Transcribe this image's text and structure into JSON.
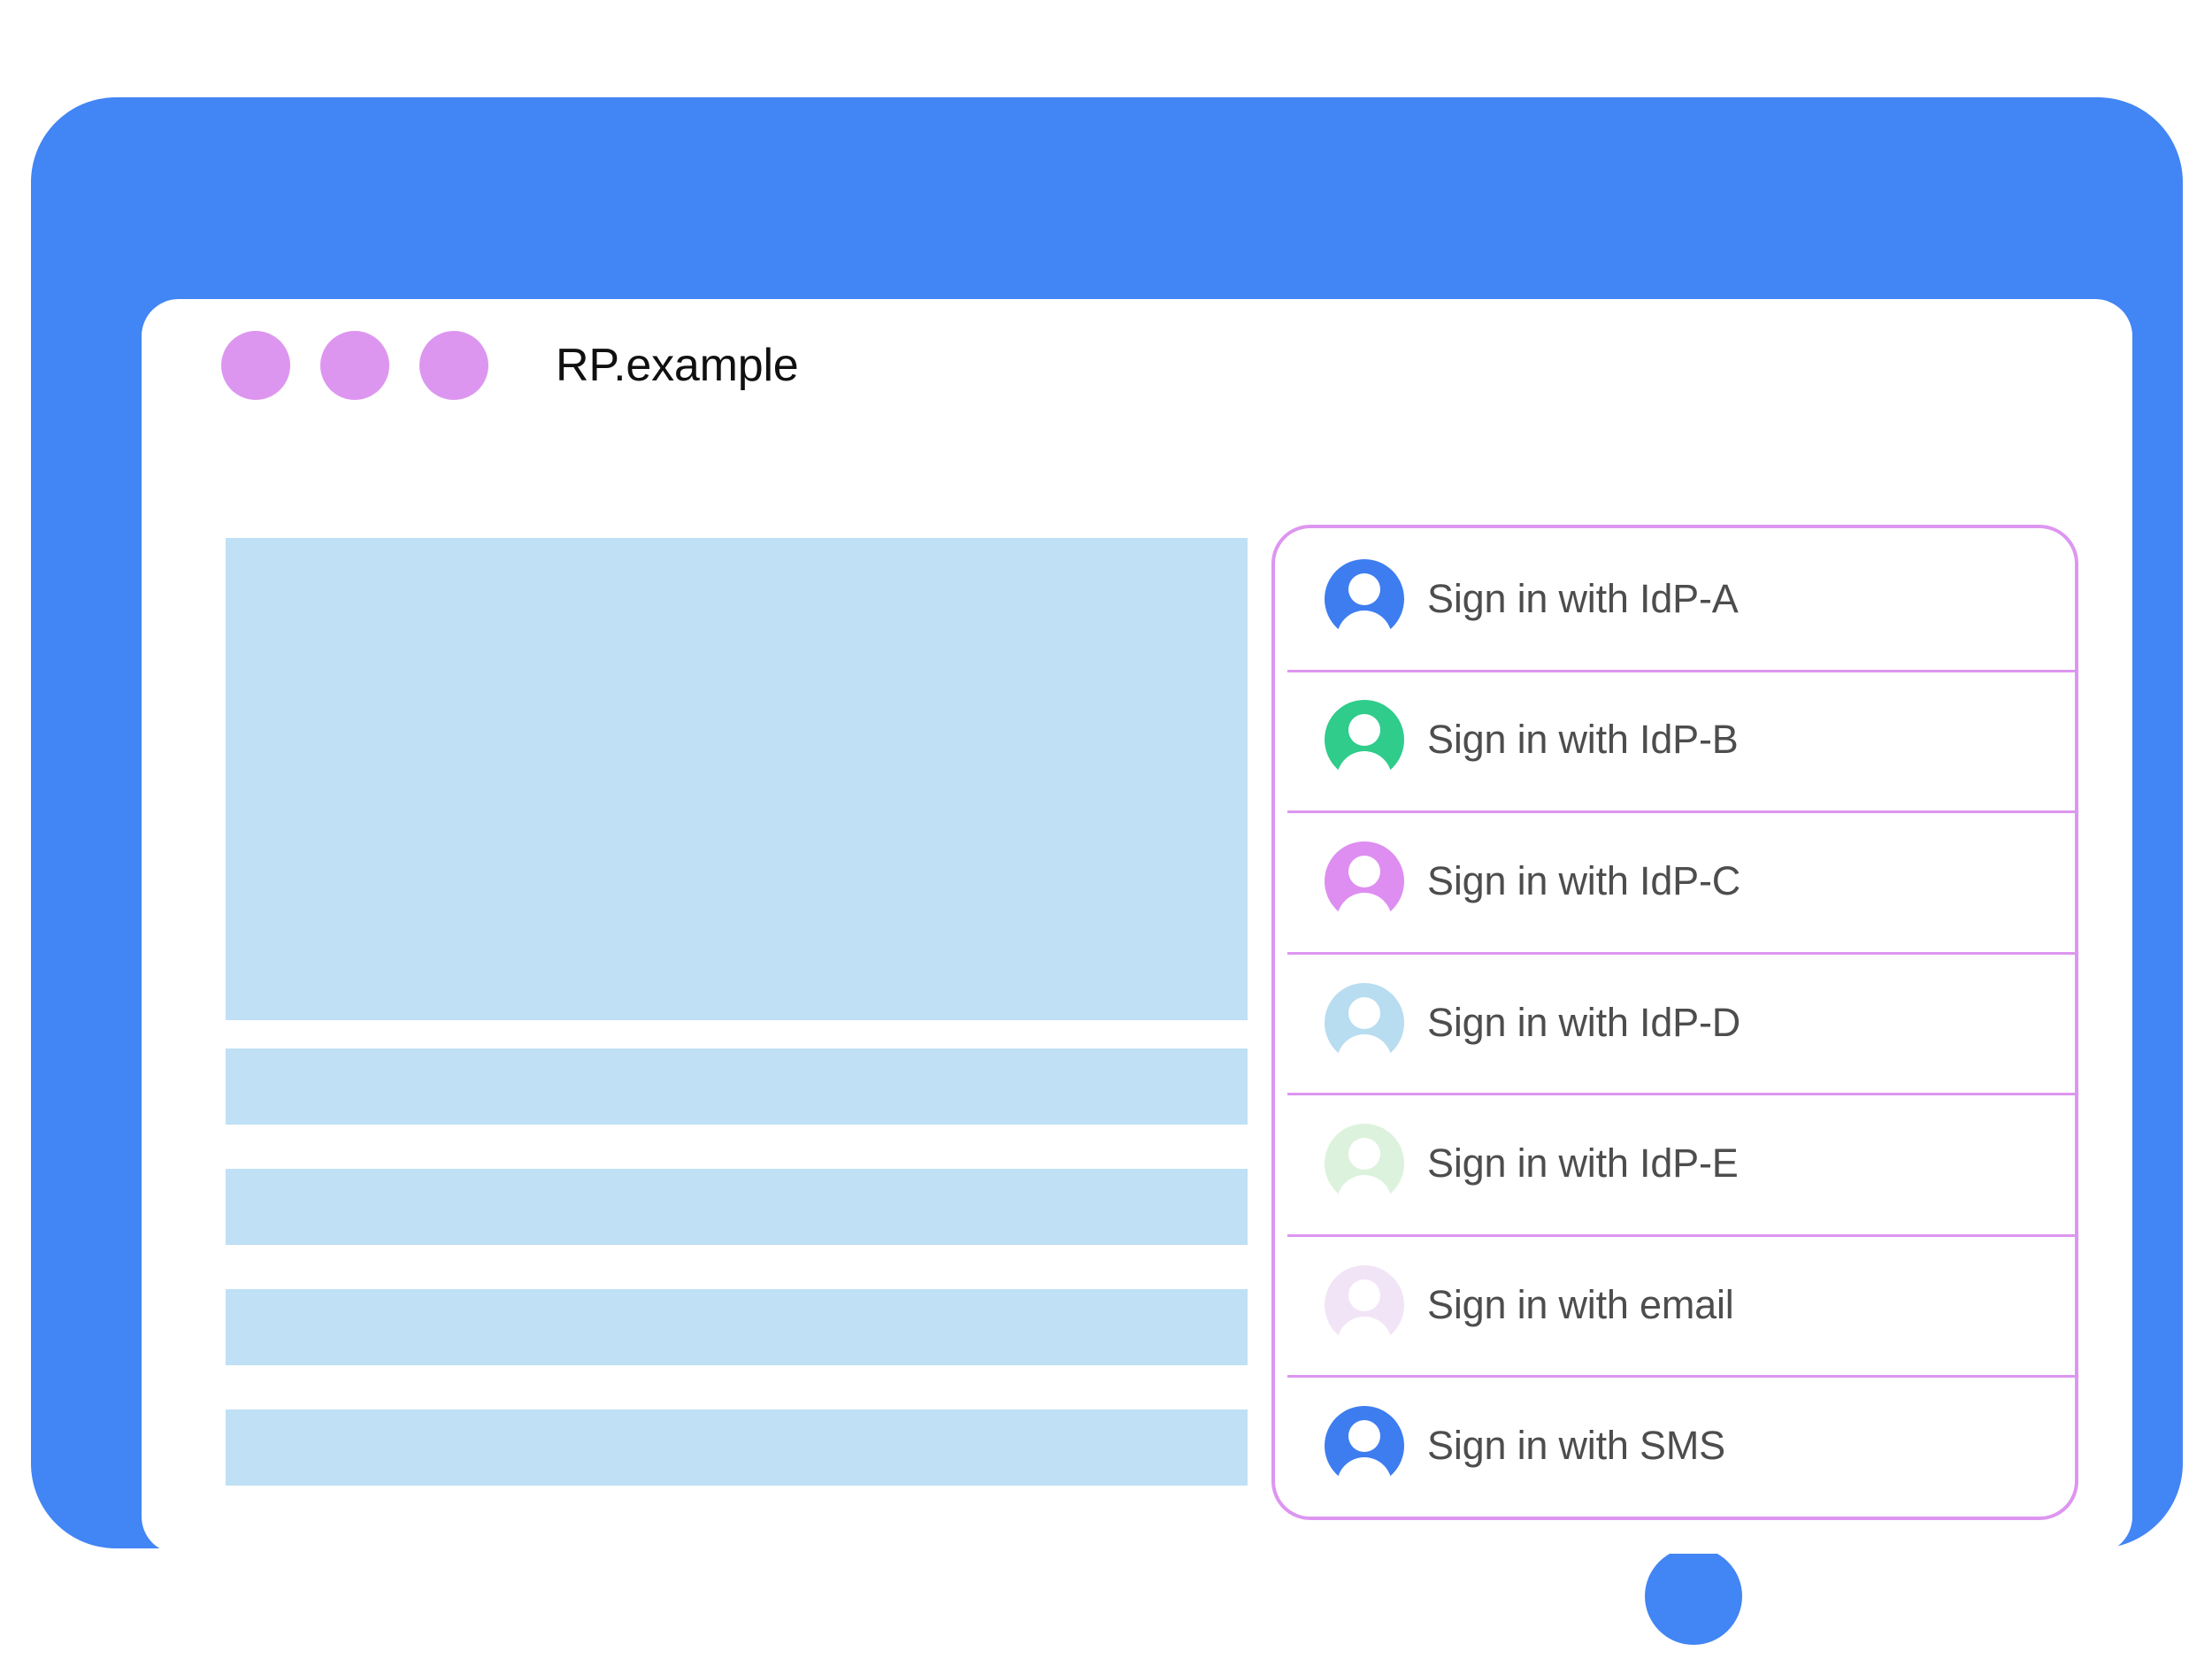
{
  "colors": {
    "device_bezel": "#4285f4",
    "screen": "#ffffff",
    "titlebar_dot": "#dd96f0",
    "placeholder_block": "#bfe0f5",
    "card_border": "#dd96f0",
    "label_text": "#4d4d4d"
  },
  "window": {
    "title": "RP.example",
    "titlebar_dots": [
      {
        "name": "window-dot-1",
        "color": "#dd96f0"
      },
      {
        "name": "window-dot-2",
        "color": "#dd96f0"
      },
      {
        "name": "window-dot-3",
        "color": "#dd96f0"
      }
    ]
  },
  "content_placeholders": [
    {
      "name": "hero-placeholder",
      "kind": "hero",
      "color": "#bfe0f5"
    },
    {
      "name": "text-line-1",
      "kind": "bar",
      "color": "#bfe0f5"
    },
    {
      "name": "text-line-2",
      "kind": "bar",
      "color": "#bfe0f5"
    },
    {
      "name": "text-line-3",
      "kind": "bar",
      "color": "#bfe0f5"
    },
    {
      "name": "text-line-4",
      "kind": "bar",
      "color": "#bfe0f5"
    }
  ],
  "signin_card": {
    "options": [
      {
        "label": "Sign in with IdP-A",
        "icon": "account-avatar-icon",
        "avatar_color": "#3d7df0"
      },
      {
        "label": "Sign in with IdP-B",
        "icon": "account-avatar-icon",
        "avatar_color": "#2fcc8b"
      },
      {
        "label": "Sign in with IdP-C",
        "icon": "account-avatar-icon",
        "avatar_color": "#dd8ef0"
      },
      {
        "label": "Sign in with IdP-D",
        "icon": "account-avatar-icon",
        "avatar_color": "#b8dcf0"
      },
      {
        "label": "Sign in with IdP-E",
        "icon": "account-avatar-icon",
        "avatar_color": "#dcf2dc"
      },
      {
        "label": "Sign in with email",
        "icon": "account-avatar-icon",
        "avatar_color": "#f2e4f7"
      },
      {
        "label": "Sign in with SMS",
        "icon": "account-avatar-icon",
        "avatar_color": "#3d7df0"
      }
    ]
  },
  "device": {
    "home_button": "home-button"
  }
}
